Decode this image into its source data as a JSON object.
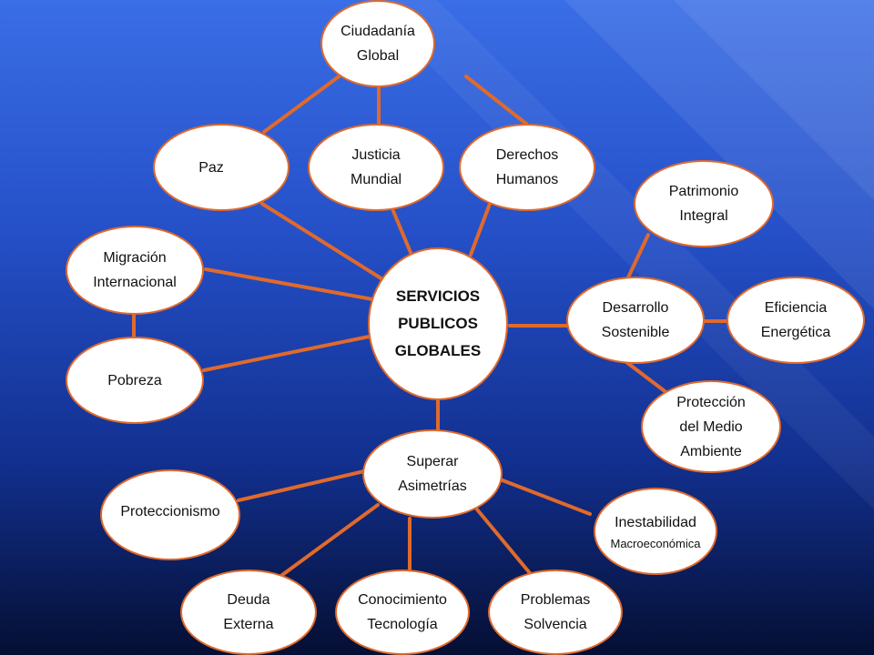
{
  "colors": {
    "background_top": "#3a6ee6",
    "background_bottom": "#050f33",
    "node_fill": "#ffffff",
    "edge": "#e06a2c"
  },
  "nodes": {
    "center": [
      "SERVICIOS",
      "PUBLICOS",
      "GLOBALES"
    ],
    "ciudadania": [
      "Ciudadanía",
      "Global"
    ],
    "paz": [
      "Paz"
    ],
    "justicia": [
      "Justicia",
      "Mundial"
    ],
    "derechos": [
      "Derechos",
      "Humanos"
    ],
    "patrimonio": [
      "Patrimonio",
      "Integral"
    ],
    "migracion": [
      "Migración",
      "Internacional"
    ],
    "pobreza": [
      "Pobreza"
    ],
    "desarrollo": [
      "Desarrollo",
      "Sostenible"
    ],
    "eficiencia": [
      "Eficiencia",
      "Energética"
    ],
    "proteccion": [
      "Protección",
      "del Medio",
      "Ambiente"
    ],
    "superar": [
      "Superar",
      "Asimetrías"
    ],
    "proteccionismo": [
      "Proteccionismo"
    ],
    "inestabilidad": [
      "Inestabilidad",
      "Macroeconómica"
    ],
    "deuda": [
      "Deuda",
      "Externa"
    ],
    "conocimiento": [
      "Conocimiento",
      "Tecnología"
    ],
    "problemas": [
      "Problemas",
      "Solvencia"
    ]
  }
}
